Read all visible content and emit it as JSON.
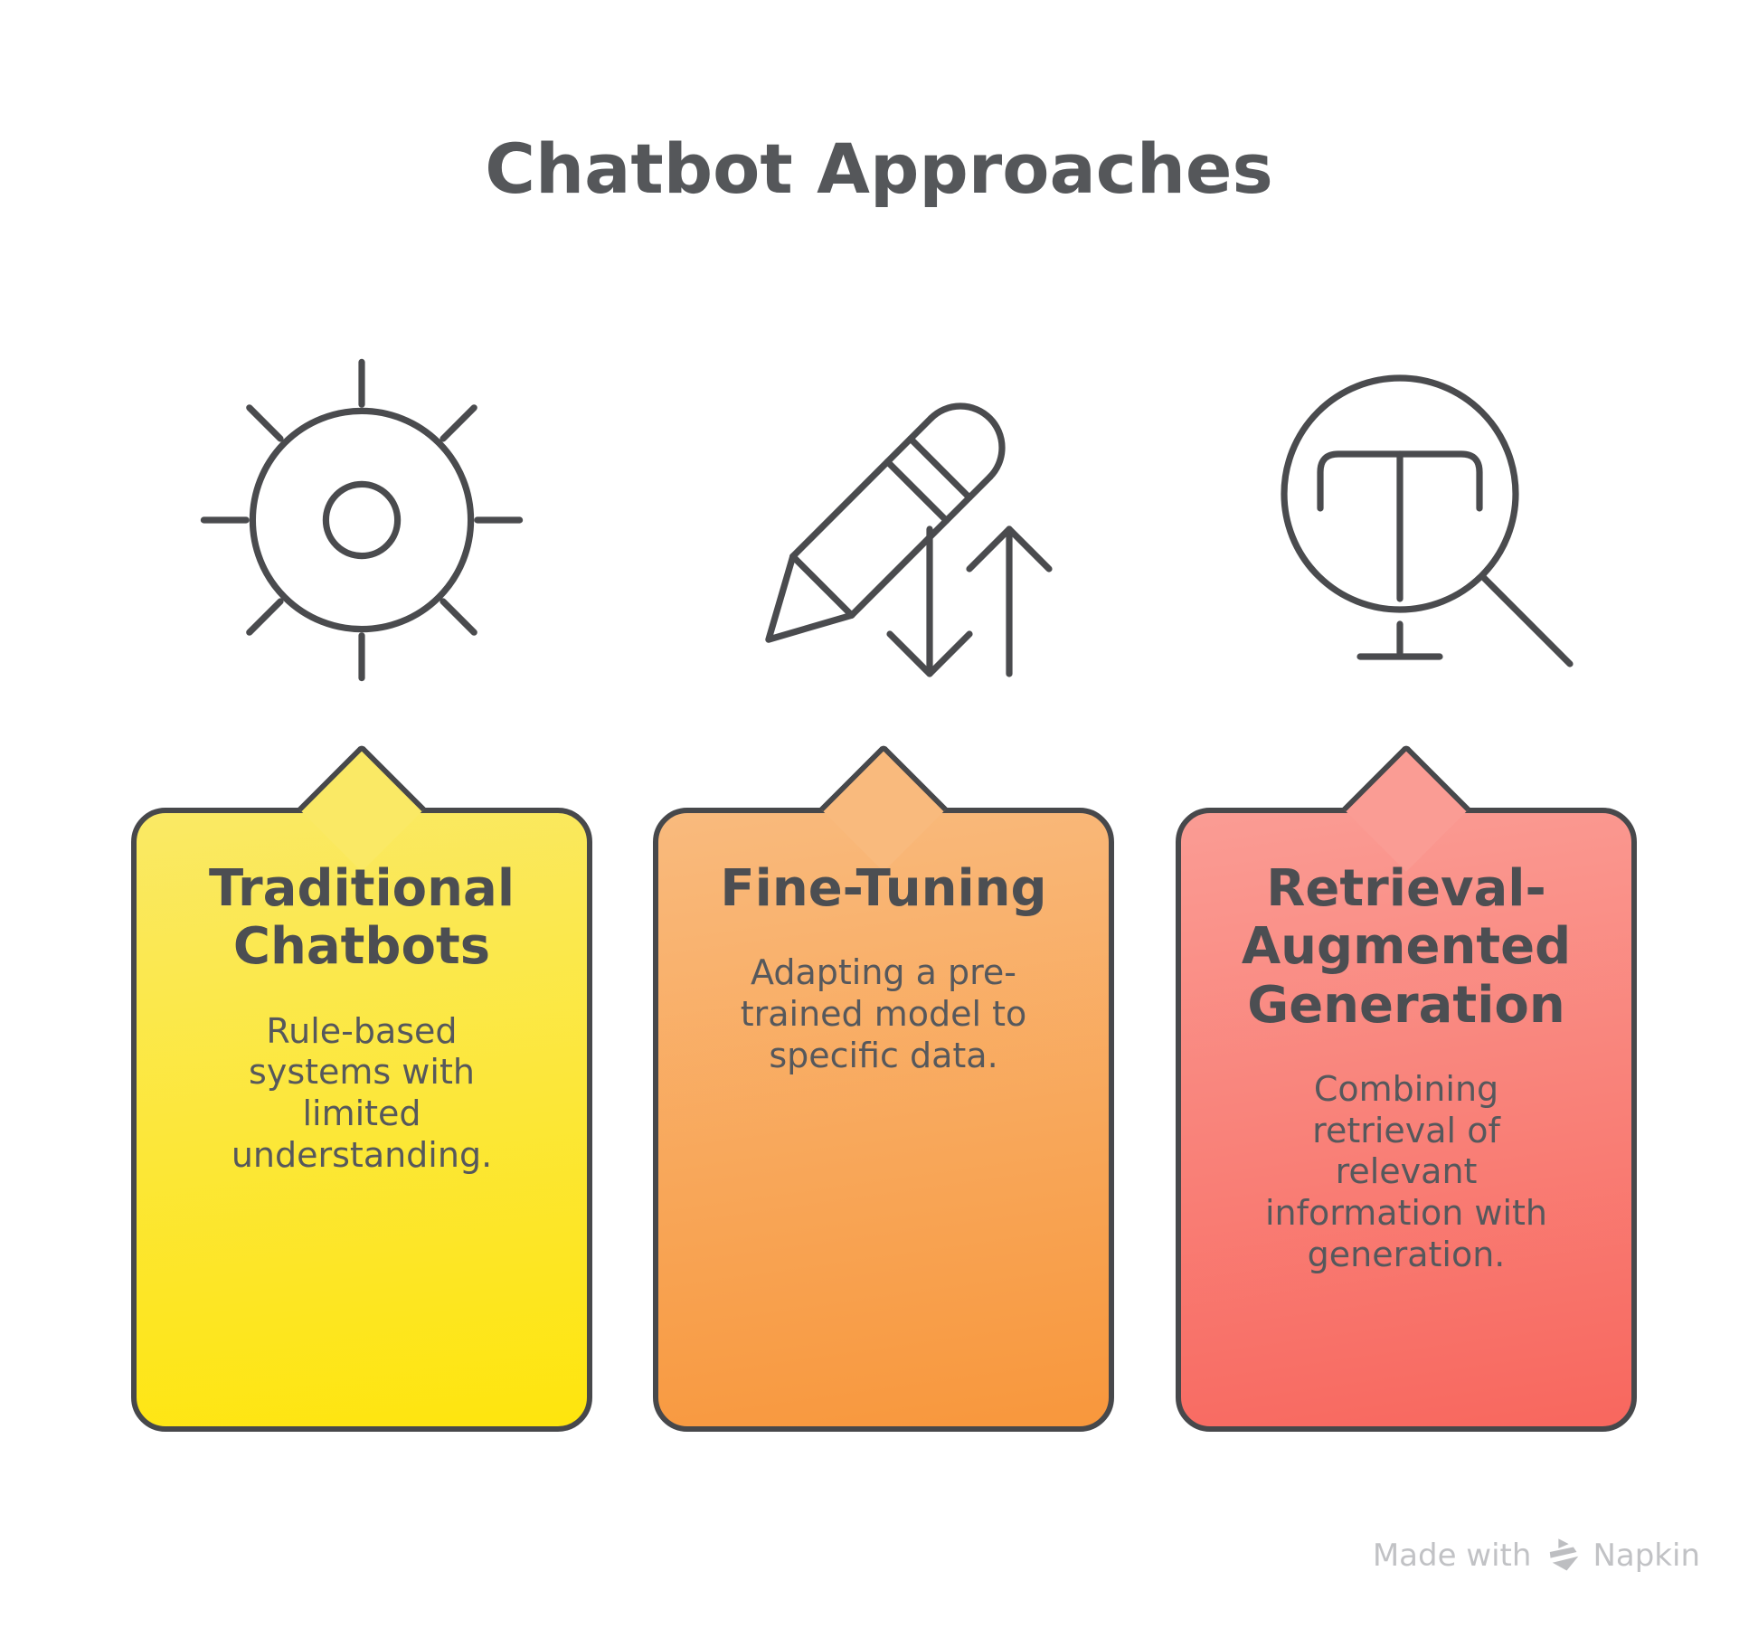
{
  "title": "Chatbot Approaches",
  "cards": [
    {
      "heading": "Traditional Chatbots",
      "body": "Rule-based systems with limited understanding.",
      "icon": "sun-rays-icon",
      "color_top": "#FAE965",
      "color_bottom": "#FEE50D"
    },
    {
      "heading": "Fine-Tuning",
      "body": "Adapting a pre-trained model to specific data.",
      "icon": "pencil-tuning-icon",
      "color_top": "#F9BA7D",
      "color_bottom": "#F8973C"
    },
    {
      "heading": "Retrieval-Augmented Generation",
      "body": "Combining retrieval of relevant information with generation.",
      "icon": "text-search-icon",
      "color_top": "#FA9C94",
      "color_bottom": "#F8675E"
    }
  ],
  "watermark": {
    "prefix": "Made with",
    "brand": "Napkin"
  },
  "colors": {
    "background": "#FFFFFF",
    "outline": "#47484B",
    "icon_stroke": "#4A4B4E",
    "title_text": "#55575A",
    "heading_text": "#4C4E52",
    "body_text": "#56585C",
    "watermark_text": "#C1C2C5"
  }
}
